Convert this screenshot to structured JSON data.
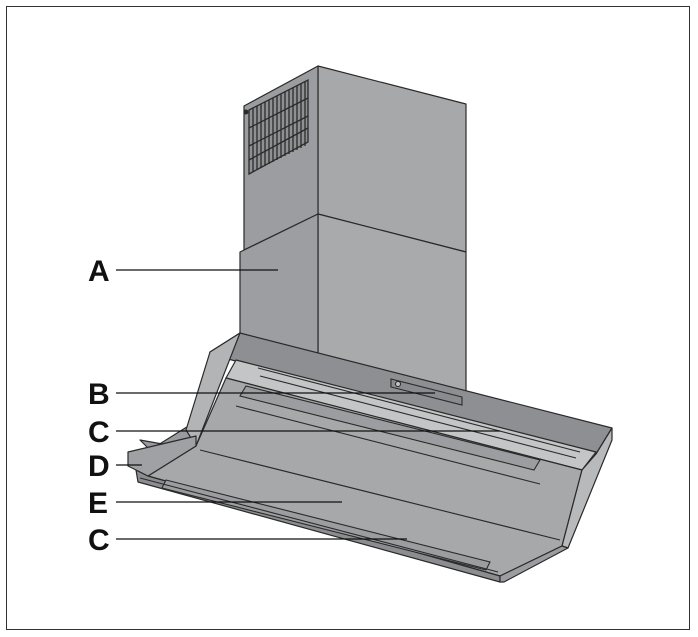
{
  "figure": {
    "labels": [
      {
        "id": "A",
        "text": "A"
      },
      {
        "id": "B",
        "text": "B"
      },
      {
        "id": "C1",
        "text": "C"
      },
      {
        "id": "D",
        "text": "D"
      },
      {
        "id": "E",
        "text": "E"
      },
      {
        "id": "C2",
        "text": "C"
      }
    ]
  },
  "colors": {
    "body": "#a7a8aa",
    "body_dark": "#8c8d90",
    "body_light": "#c4c5c7",
    "outline": "#2a2a2a"
  }
}
